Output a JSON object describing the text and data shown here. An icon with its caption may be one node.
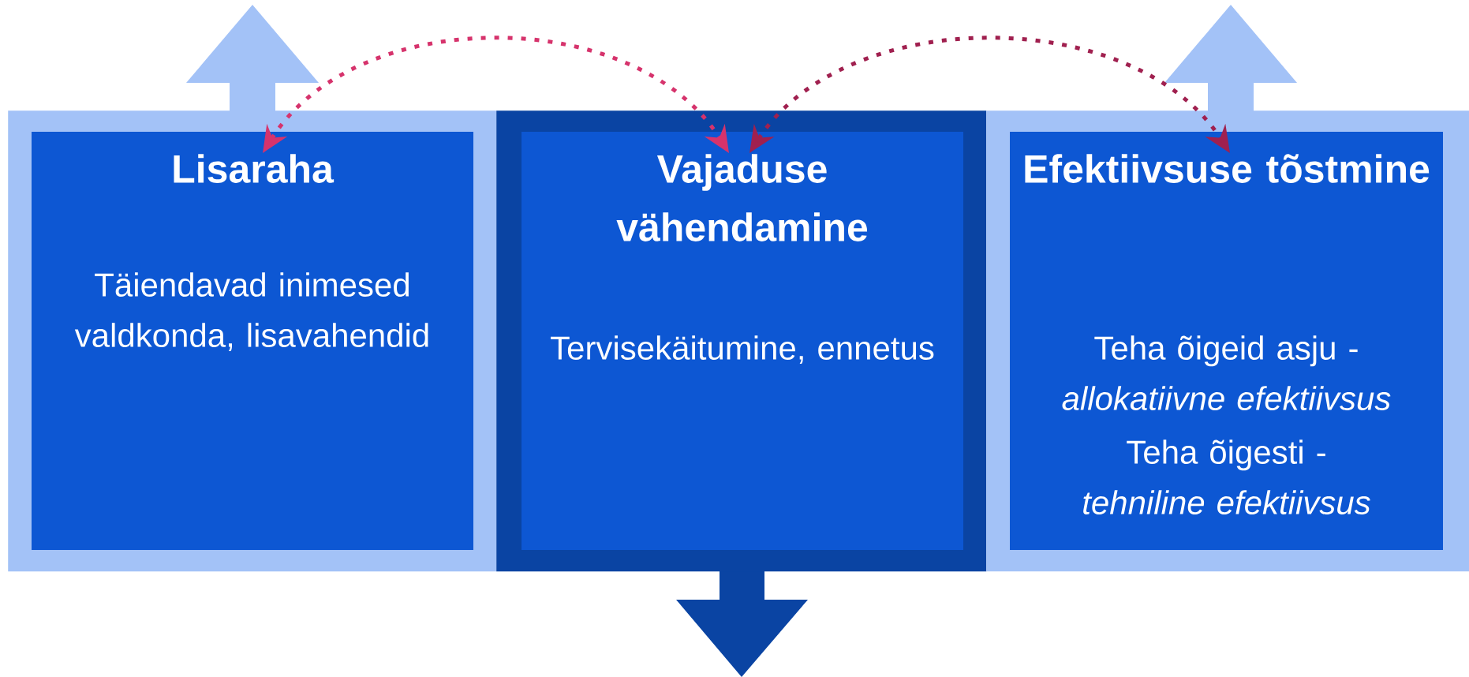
{
  "diagram": {
    "nodes": [
      {
        "text": [
          "Lisaraha",
          "Täiendavad inimesed valdkonda, lisavahendid"
        ]
      },
      {
        "text": [
          "Vajaduse vähendamine",
          "Tervisekäitumine, ennetus"
        ]
      },
      {
        "text": [
          "Efektiivsuse tõstmine",
          "Teha õigeid asju - *allokatiivne efektiivsus*",
          "Teha õigesti - *tehniline efektiivsus*"
        ]
      }
    ],
    "edges": [
      {
        "from": 0,
        "to": 1,
        "arrow": "both",
        "style": "dashed",
        "color": "#d6336c"
      },
      {
        "from": 1,
        "to": 2,
        "arrow": "both",
        "style": "dashed",
        "color": "#a0204f"
      }
    ]
  }
}
